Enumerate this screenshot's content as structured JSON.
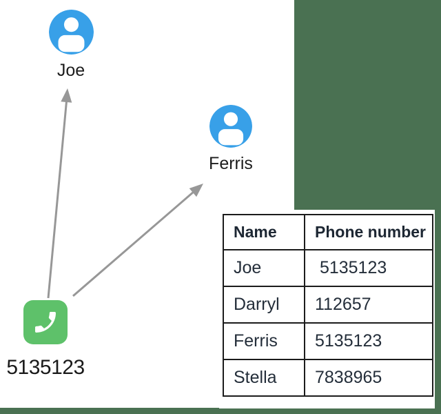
{
  "colors": {
    "background_panel_green": "#4a7152",
    "person_icon_blue": "#38a0e8",
    "phone_icon_green": "#5ec16a",
    "arrow_gray": "#979797",
    "table_border_black": "#1b1b1b",
    "label_text": "#1a1a1a",
    "table_text": "#1d2733"
  },
  "diagram": {
    "nodes": [
      {
        "id": "joe",
        "type": "person",
        "icon": "person-icon",
        "label": "Joe"
      },
      {
        "id": "ferris",
        "type": "person",
        "icon": "person-icon",
        "label": "Ferris"
      },
      {
        "id": "phone",
        "type": "phone",
        "icon": "phone-icon",
        "label": "5135123"
      }
    ],
    "edges": [
      {
        "from": "phone",
        "to": "joe"
      },
      {
        "from": "phone",
        "to": "ferris"
      }
    ]
  },
  "table": {
    "headers": [
      "Name",
      "Phone number"
    ],
    "rows": [
      {
        "name": "Joe",
        "phone": " 5135123"
      },
      {
        "name": "Darryl",
        "phone": "112657"
      },
      {
        "name": "Ferris",
        "phone": "5135123"
      },
      {
        "name": "Stella",
        "phone": "7838965"
      }
    ]
  }
}
